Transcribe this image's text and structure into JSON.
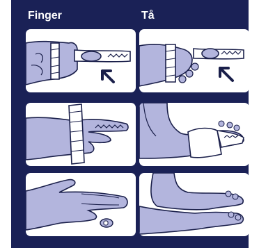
{
  "headings": {
    "finger": "Finger",
    "toe": "Tå"
  },
  "colors": {
    "background": "#1a2156",
    "panel": "#ffffff",
    "skin": "#b3b5dd",
    "outline": "#1a1f4a",
    "arrow": "#1a1f4a"
  },
  "panels": [
    {
      "name": "finger-step-1",
      "icon": "finger-clip-applied-icon"
    },
    {
      "name": "toe-step-1",
      "icon": "toe-clip-applied-icon"
    },
    {
      "name": "finger-step-2",
      "icon": "hand-with-strap-icon"
    },
    {
      "name": "toe-step-2",
      "icon": "foot-with-strap-icon"
    },
    {
      "name": "finger-step-3",
      "icon": "hand-flat-icon"
    },
    {
      "name": "toe-step-3",
      "icon": "feet-flat-icon"
    }
  ]
}
